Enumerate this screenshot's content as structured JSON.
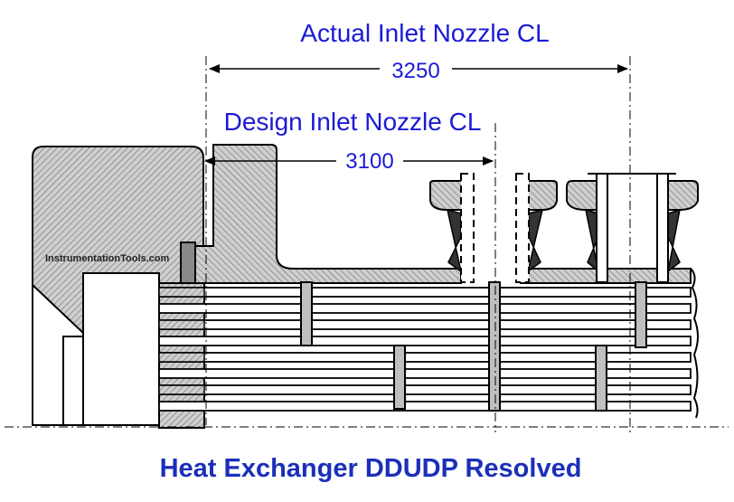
{
  "labels": {
    "actual_nozzle": "Actual Inlet Nozzle CL",
    "actual_dimension": "3250",
    "design_nozzle": "Design Inlet Nozzle CL",
    "design_dimension": "3100",
    "watermark": "InstrumentationTools.com",
    "caption": "Heat Exchanger DDUDP Resolved"
  },
  "colors": {
    "label_text": "#1a1ad6",
    "caption_text": "#1b2fb8",
    "hatch_fill": "#c9c9c9",
    "line": "#000000"
  }
}
